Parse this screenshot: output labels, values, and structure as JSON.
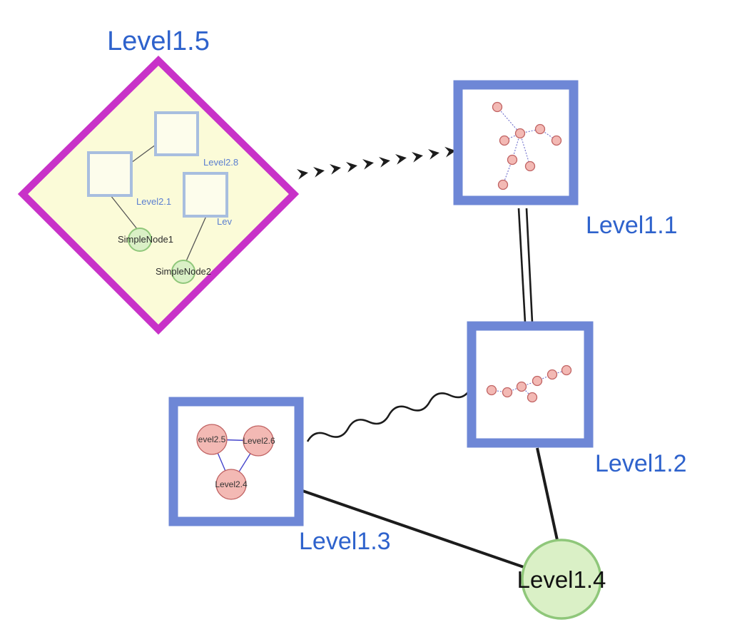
{
  "diagram": {
    "labels": {
      "level15": "Level1.5",
      "level11": "Level1.1",
      "level12": "Level1.2",
      "level13": "Level1.3",
      "level14": "Level1.4"
    },
    "group_level15": {
      "squares": {
        "level28": "Level2.8",
        "level21": "Level2.1",
        "lev": "Lev"
      },
      "simple_nodes": {
        "node1": "SimpleNode1",
        "node2": "SimpleNode2"
      }
    },
    "group_level13": {
      "level25": "evel2.5",
      "level26": "Level2.6",
      "level24": "Level2.4"
    },
    "colors": {
      "group_diamond_border": "#c832c8",
      "group_diamond_fill": "#fbfbd8",
      "folder_node_border": "#6e87d6",
      "inner_square_border": "#a8bedf",
      "label_blue": "#2e62cc",
      "label_black": "#101010",
      "green_fill": "#daf0c6",
      "green_border": "#8fc77a",
      "pink_fill": "#f3b9b4",
      "pink_border": "#c06262",
      "edge_black": "#1c1c1c",
      "dotted_edge_blue": "#7070cc",
      "solid_edge_blue": "#4545cc"
    }
  }
}
